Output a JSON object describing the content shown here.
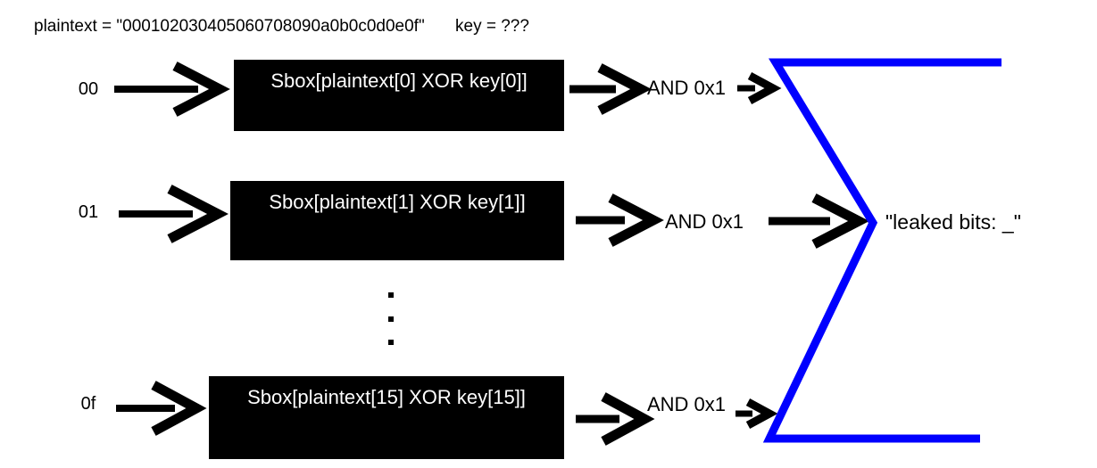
{
  "diagram": {
    "title_line": {
      "plaintext_expr": "plaintext = \"000102030405060708090a0b0c0d0e0f\"",
      "key_expr": "key = ???"
    },
    "rows": [
      {
        "index_label": "00",
        "sbox_label": "Sbox[plaintext[0] XOR key[0]]",
        "mask_label": "AND 0x1"
      },
      {
        "index_label": "01",
        "sbox_label": "Sbox[plaintext[1] XOR key[1]]",
        "mask_label": "AND 0x1"
      },
      {
        "index_label": "0f",
        "sbox_label": "Sbox[plaintext[15] XOR key[15]]",
        "mask_label": "AND 0x1"
      }
    ],
    "ellipsis": "vertical-ellipsis-three-dots",
    "output_label": "\"leaked bits: _\"",
    "colors": {
      "brace": "#0000ff",
      "box_fill": "#000000",
      "box_text": "#ffffff",
      "arrow": "#000000",
      "background": "#ffffff"
    }
  }
}
